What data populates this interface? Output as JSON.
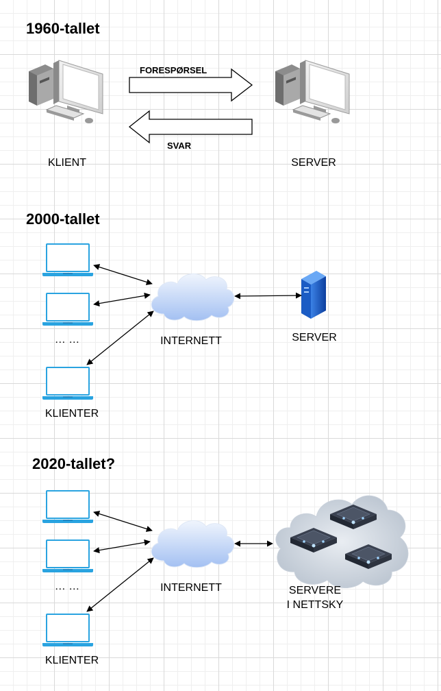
{
  "sections": [
    {
      "heading": "1960-tallet",
      "client_label": "KLIENT",
      "server_label": "SERVER",
      "request_label": "FORESPØRSEL",
      "response_label": "SVAR"
    },
    {
      "heading": "2000-tallet",
      "ellipsis": "… …",
      "clients_label": "KLIENTER",
      "internet_label": "INTERNETT",
      "server_label": "SERVER"
    },
    {
      "heading": "2020-tallet?",
      "ellipsis": "… …",
      "clients_label": "KLIENTER",
      "internet_label": "INTERNETT",
      "servers_label_line1": "SERVERE",
      "servers_label_line2": "I NETTSKY"
    }
  ],
  "icons": {
    "desktop": "desktop-computer-icon",
    "laptop": "laptop-icon",
    "cloud": "internet-cloud-icon",
    "tower": "server-tower-icon",
    "cloud_servers": "cloud-servers-icon"
  },
  "colors": {
    "laptop": "#29a3e0",
    "cloud_top": "#eef4fc",
    "cloud_bottom": "#a6c3f2",
    "server_blue": "#1a5fc7"
  }
}
